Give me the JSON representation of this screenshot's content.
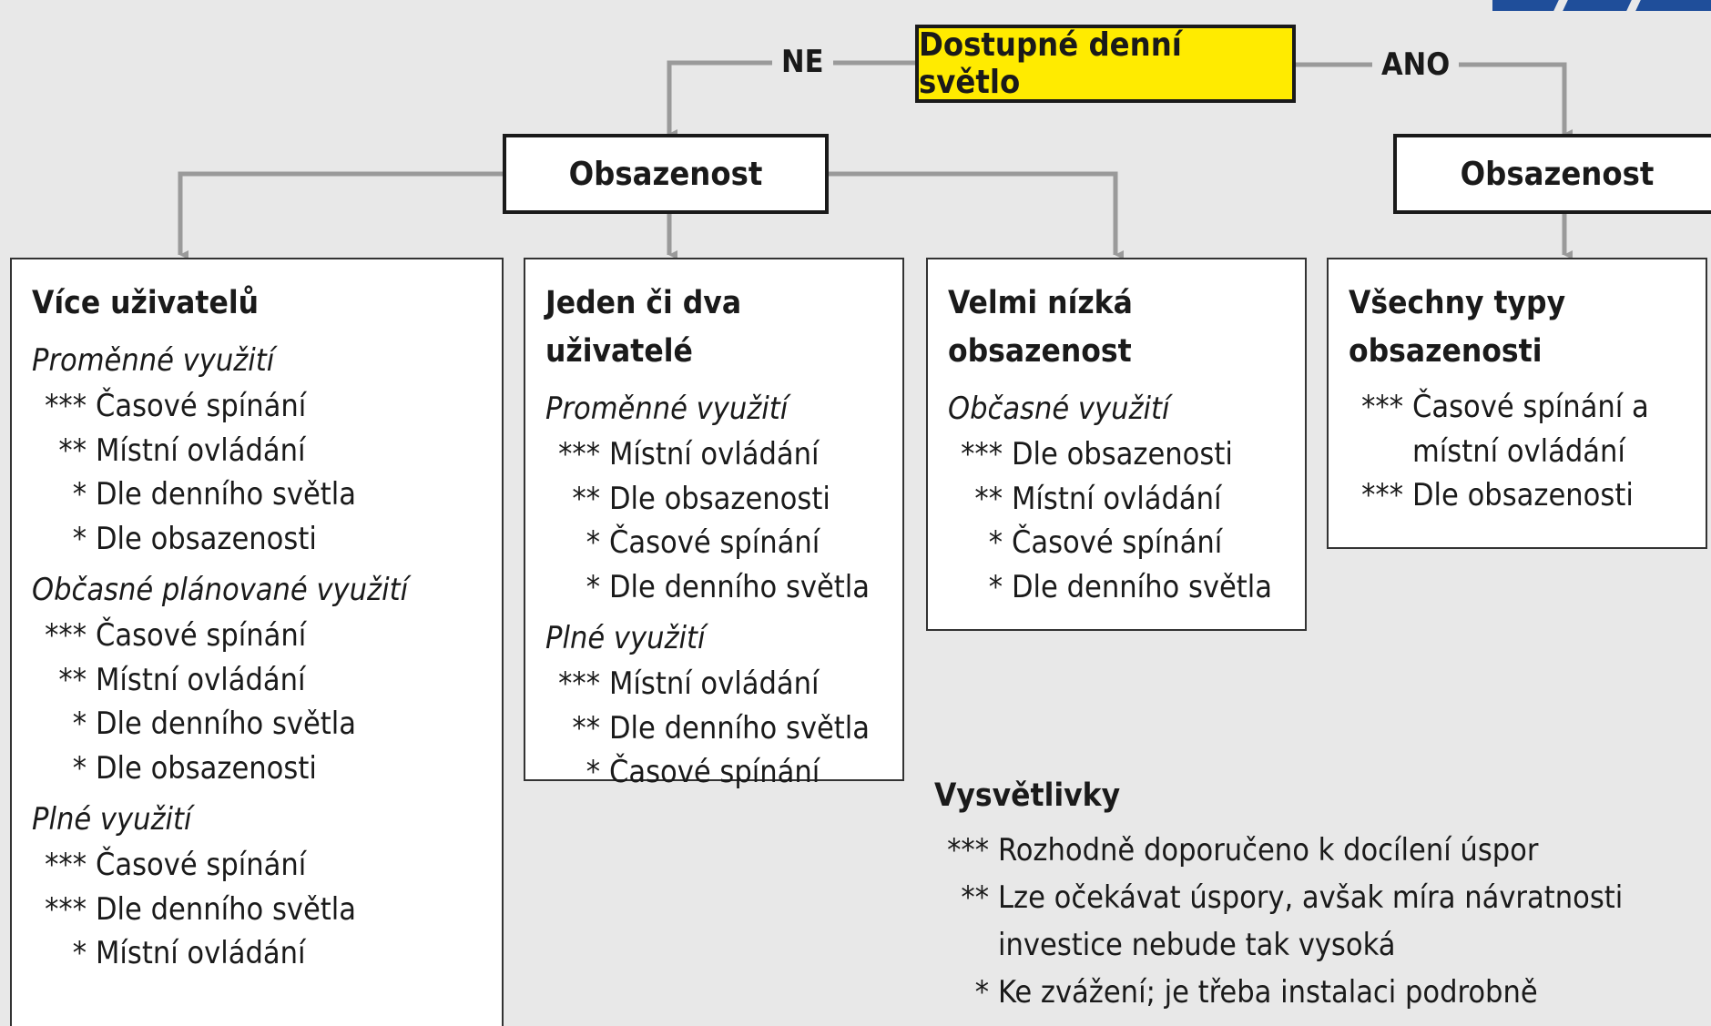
{
  "root": {
    "label": "Dostupné denní světlo"
  },
  "edges": {
    "no": "NE",
    "yes": "ANO"
  },
  "occupancy_left": "Obsazenost",
  "occupancy_right": "Obsazenost",
  "cards": [
    {
      "title": "Více uživatelů",
      "sections": [
        {
          "heading": "Proměnné využití",
          "items": [
            {
              "stars": "***",
              "text": "Časové spínání"
            },
            {
              "stars": "**",
              "text": "Místní ovládání"
            },
            {
              "stars": "*",
              "text": "Dle denního světla"
            },
            {
              "stars": "*",
              "text": "Dle obsazenosti"
            }
          ]
        },
        {
          "heading": "Občasné plánované využití",
          "items": [
            {
              "stars": "***",
              "text": "Časové spínání"
            },
            {
              "stars": "**",
              "text": "Místní ovládání"
            },
            {
              "stars": "*",
              "text": "Dle denního světla"
            },
            {
              "stars": "*",
              "text": "Dle obsazenosti"
            }
          ]
        },
        {
          "heading": "Plné využití",
          "items": [
            {
              "stars": "***",
              "text": "Časové spínání"
            },
            {
              "stars": "***",
              "text": "Dle denního světla"
            },
            {
              "stars": "*",
              "text": "Místní ovládání"
            }
          ]
        }
      ]
    },
    {
      "title": "Jeden či dva uživatelé",
      "sections": [
        {
          "heading": "Proměnné využití",
          "items": [
            {
              "stars": "***",
              "text": "Místní ovládání"
            },
            {
              "stars": "**",
              "text": "Dle obsazenosti"
            },
            {
              "stars": "*",
              "text": "Časové spínání"
            },
            {
              "stars": "*",
              "text": "Dle denního světla"
            }
          ]
        },
        {
          "heading": "Plné využití",
          "items": [
            {
              "stars": "***",
              "text": "Místní ovládání"
            },
            {
              "stars": "**",
              "text": "Dle denního světla"
            },
            {
              "stars": "*",
              "text": "Časové spínání"
            }
          ]
        }
      ]
    },
    {
      "title": "Velmi nízká obsazenost",
      "sections": [
        {
          "heading": "Občasné využití",
          "items": [
            {
              "stars": "***",
              "text": "Dle obsazenosti"
            },
            {
              "stars": "**",
              "text": "Místní ovládání"
            },
            {
              "stars": "*",
              "text": "Časové spínání"
            },
            {
              "stars": "*",
              "text": "Dle denního světla"
            }
          ]
        }
      ]
    },
    {
      "title": "Všechny typy obsazenosti",
      "sections": [
        {
          "heading": "",
          "items": [
            {
              "stars": "***",
              "text": "Časové spínání a místní ovládání"
            },
            {
              "stars": "***",
              "text": "Dle obsazenosti"
            }
          ]
        }
      ]
    }
  ],
  "legend": {
    "title": "Vysvětlivky",
    "items": [
      {
        "stars": "***",
        "text": "Rozhodně doporučeno k docílení úspor"
      },
      {
        "stars": "**",
        "text": "Lze očekávat úspory, avšak míra návratnosti investice nebude tak vysoká"
      },
      {
        "stars": "*",
        "text": "Ke zvážení; je třeba instalaci podrobně prozkoumat"
      }
    ]
  },
  "colors": {
    "background": "#e8e8e8",
    "root_fill": "#ffeb00",
    "connector": "#9a9a9a",
    "logo": "#1f4e9a"
  }
}
